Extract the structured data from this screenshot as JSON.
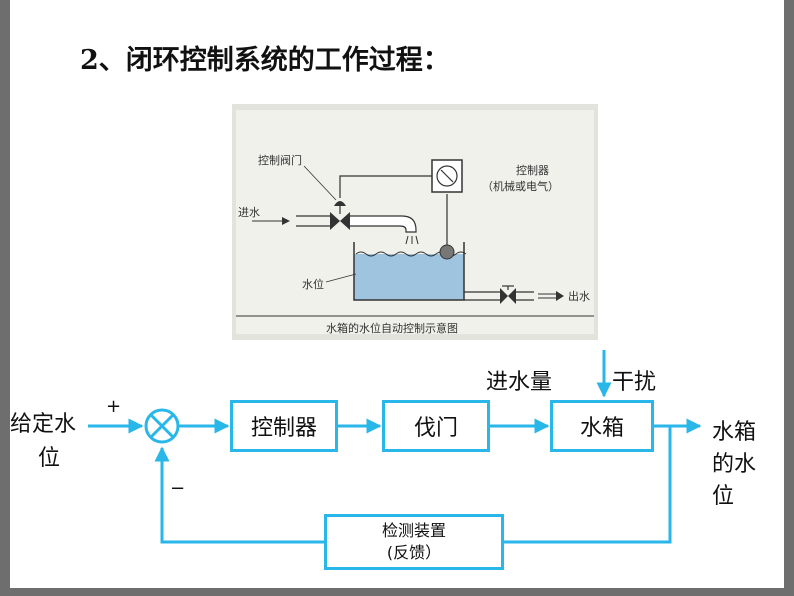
{
  "title": "2、闭环控制系统的工作过程：",
  "photo": {
    "valve_label": "控制阀门",
    "inlet_label": "进水",
    "controller_label": "控制器",
    "controller_note": "（机械或电气）",
    "level_label": "水位",
    "outlet_label": "出水",
    "caption": "水箱的水位自动控制示意图"
  },
  "diagram": {
    "input_label_line1": "给定水",
    "input_label_line2": "位",
    "plus_sign": "+",
    "minus_sign": "−",
    "controller_block": "控制器",
    "valve_block": "伐门",
    "tank_block": "水箱",
    "inflow_label": "进水量",
    "disturbance_label": "干扰",
    "output_label_line1": "水箱",
    "output_label_line2": "的水",
    "output_label_line3": "位",
    "feedback_block_line1": "检测装置",
    "feedback_block_line2": "(反馈）"
  },
  "colors": {
    "accent": "#29b6e8",
    "frame": "#6e6e6e",
    "water": "#9fc4e0"
  }
}
